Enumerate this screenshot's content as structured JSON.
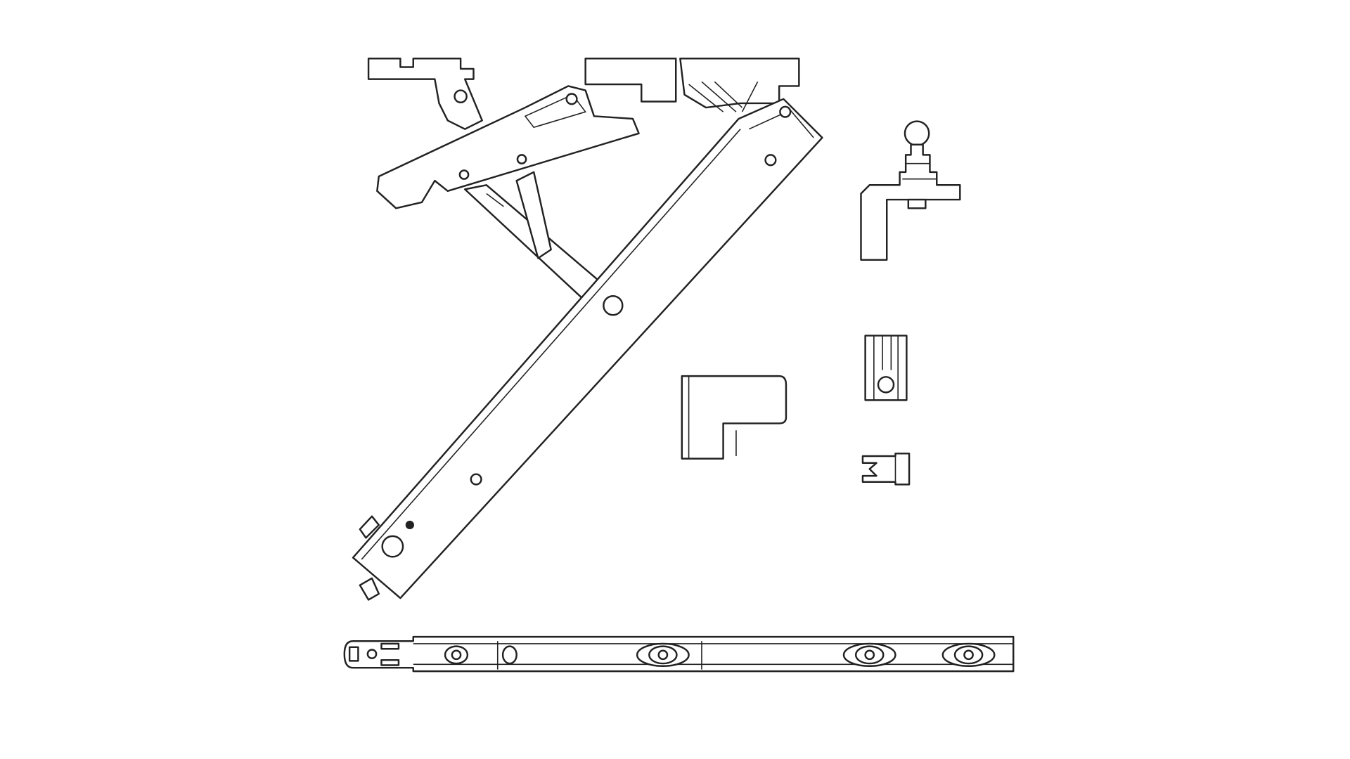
{
  "colors": {
    "stroke": "#222222",
    "background": "#ffffff"
  },
  "parts": [
    {
      "name": "friction-stay-arm-assembly"
    },
    {
      "name": "ball-stud-bracket"
    },
    {
      "name": "slider-block"
    },
    {
      "name": "l-shaped-stop-block"
    },
    {
      "name": "end-clip"
    },
    {
      "name": "track-rail"
    }
  ]
}
